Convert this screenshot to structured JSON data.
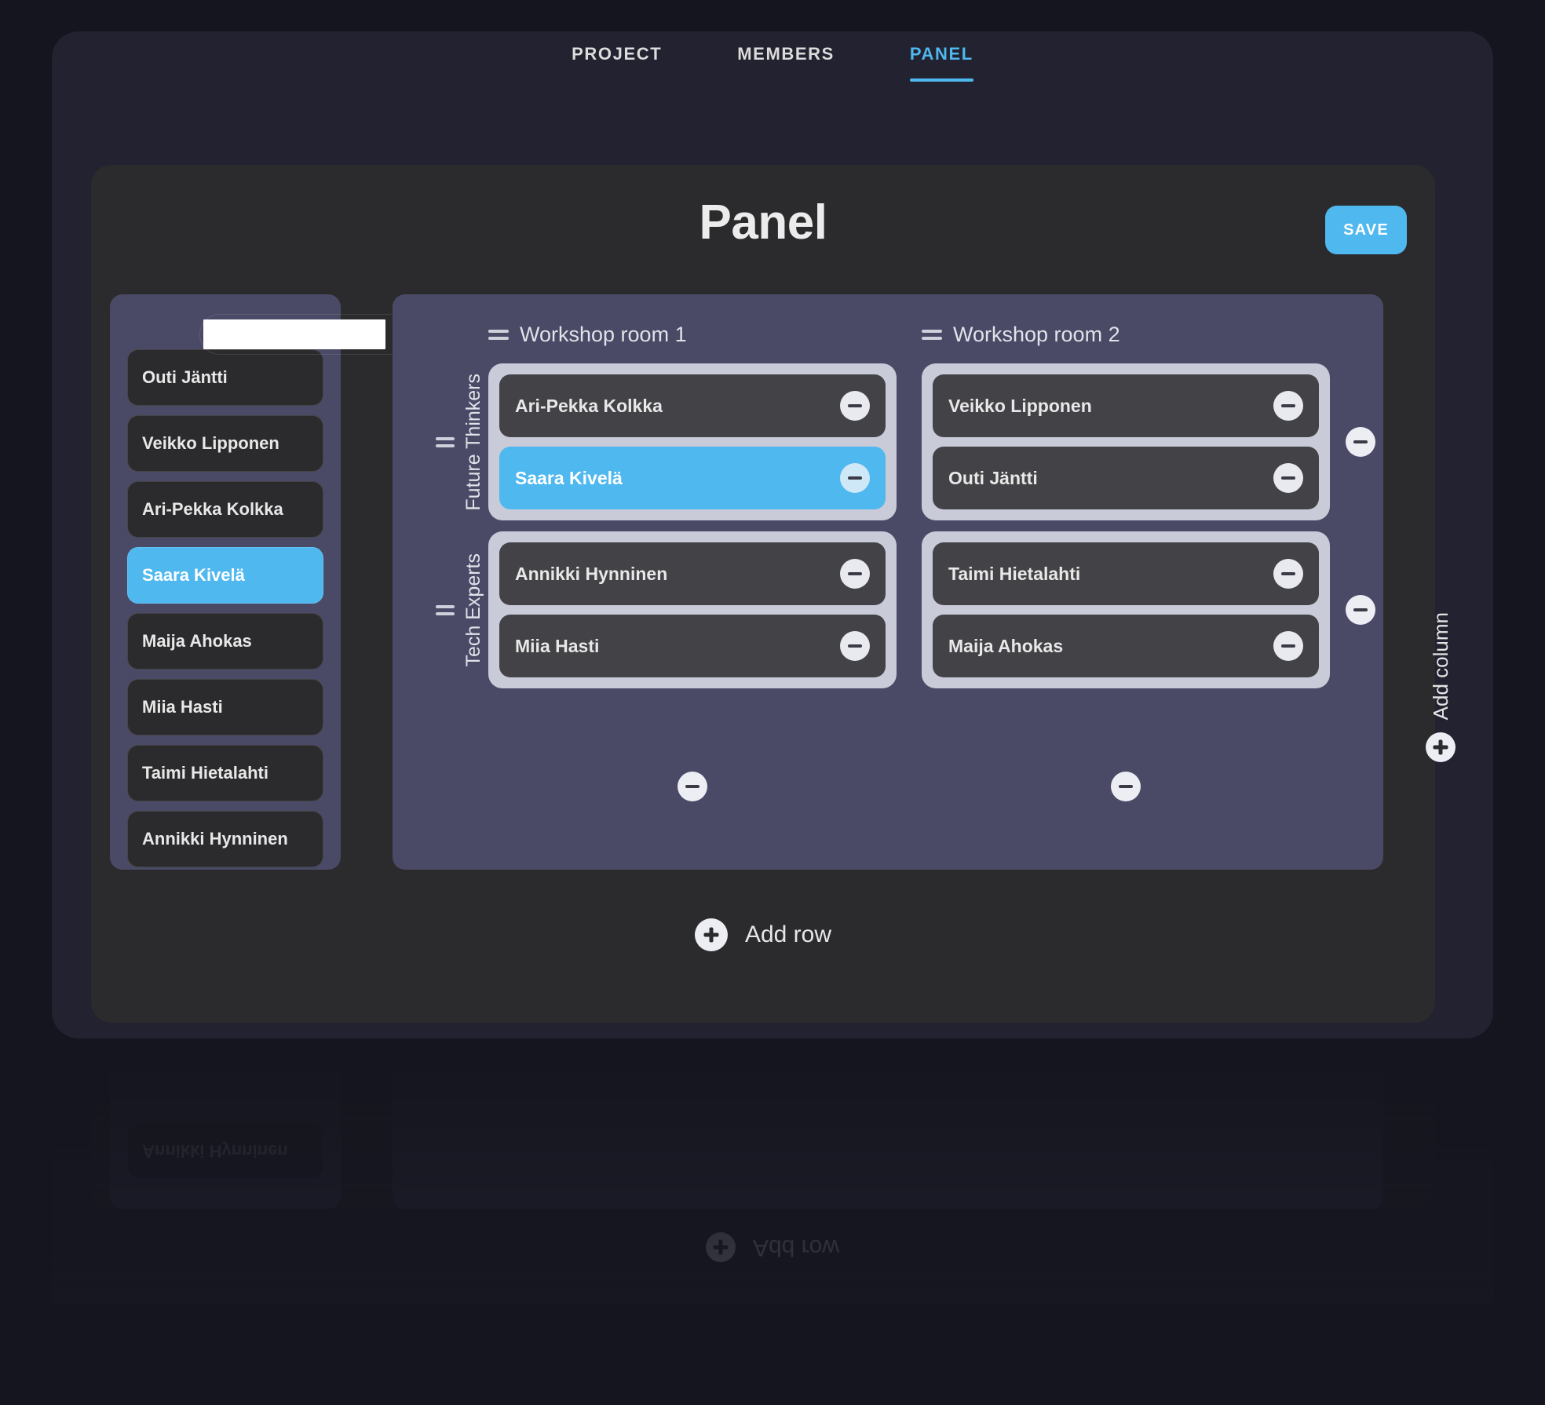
{
  "nav": {
    "tabs": [
      {
        "label": "PROJECT",
        "active": false
      },
      {
        "label": "MEMBERS",
        "active": false
      },
      {
        "label": "PANEL",
        "active": true
      }
    ]
  },
  "header": {
    "title": "Panel",
    "save_label": "SAVE"
  },
  "colors": {
    "accent": "#4fb8ef",
    "panel": "#4a4a66",
    "cell": "#c9cbd9",
    "chip": "#434347",
    "card": "#2b2b2d",
    "frame": "#222230",
    "page": "#15151f"
  },
  "sidebar": {
    "search": {
      "value": "",
      "placeholder": "",
      "icon": "search-icon"
    },
    "items": [
      {
        "name": "Outi Jäntti",
        "selected": false
      },
      {
        "name": "Veikko Lipponen",
        "selected": false
      },
      {
        "name": "Ari-Pekka Kolkka",
        "selected": false
      },
      {
        "name": "Saara Kivelä",
        "selected": true
      },
      {
        "name": "Maija Ahokas",
        "selected": false
      },
      {
        "name": "Miia Hasti",
        "selected": false
      },
      {
        "name": "Taimi Hietalahti",
        "selected": false
      },
      {
        "name": "Annikki Hynninen",
        "selected": false
      }
    ]
  },
  "board": {
    "columns": [
      {
        "label": "Workshop room 1"
      },
      {
        "label": "Workshop room 2"
      }
    ],
    "rows": [
      {
        "label": "Future Thinkers",
        "cells": [
          {
            "members": [
              {
                "name": "Ari-Pekka Kolkka",
                "selected": false
              },
              {
                "name": "Saara Kivelä",
                "selected": true
              }
            ]
          },
          {
            "members": [
              {
                "name": "Veikko Lipponen",
                "selected": false
              },
              {
                "name": "Outi Jäntti",
                "selected": false
              }
            ]
          }
        ]
      },
      {
        "label": "Tech Experts",
        "cells": [
          {
            "members": [
              {
                "name": "Annikki Hynninen",
                "selected": false
              },
              {
                "name": "Miia Hasti",
                "selected": false
              }
            ]
          },
          {
            "members": [
              {
                "name": "Taimi Hietalahti",
                "selected": false
              },
              {
                "name": "Maija Ahokas",
                "selected": false
              }
            ]
          }
        ]
      }
    ],
    "add_column_label": "Add column",
    "add_row_label": "Add row"
  },
  "reflection": {
    "add_row_label": "Add row",
    "last_item": "Annikki Hynninen"
  }
}
